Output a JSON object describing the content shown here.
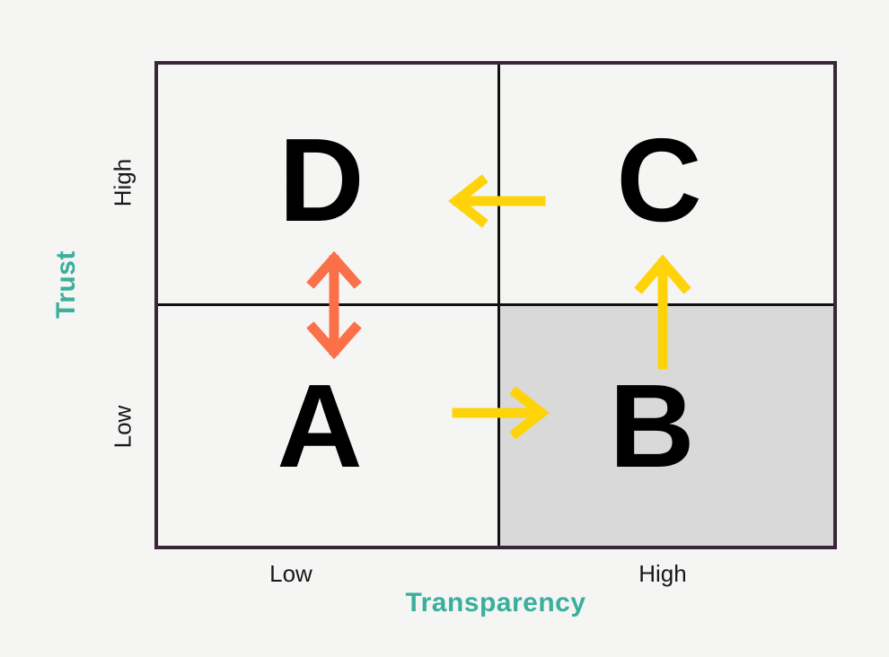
{
  "diagram": {
    "type": "2x2-matrix",
    "background_color": "#f5f5f4",
    "frame_color": "#3b2639",
    "divider_color": "#111111",
    "accent_color": "#3aaf9b",
    "highlight_fill": "#d9d9d9",
    "axes": {
      "y": {
        "title": "Trust",
        "ticks": [
          "High",
          "Low"
        ]
      },
      "x": {
        "title": "Transparency",
        "ticks": [
          "Low",
          "High"
        ]
      }
    },
    "quadrants": [
      {
        "id": "D",
        "label": "D",
        "position": "top-left",
        "trust": "High",
        "transparency": "Low",
        "shaded": false
      },
      {
        "id": "C",
        "label": "C",
        "position": "top-right",
        "trust": "High",
        "transparency": "High",
        "shaded": false
      },
      {
        "id": "A",
        "label": "A",
        "position": "bottom-left",
        "trust": "Low",
        "transparency": "Low",
        "shaded": false
      },
      {
        "id": "B",
        "label": "B",
        "position": "bottom-right",
        "trust": "Low",
        "transparency": "High",
        "shaded": true
      }
    ],
    "arrows": [
      {
        "id": "c-to-d",
        "from": "C",
        "to": "D",
        "direction": "left",
        "color": "#ffd30a",
        "heads": 1
      },
      {
        "id": "a-to-b",
        "from": "A",
        "to": "B",
        "direction": "right",
        "color": "#ffd30a",
        "heads": 1
      },
      {
        "id": "b-to-c",
        "from": "B",
        "to": "C",
        "direction": "up",
        "color": "#ffd30a",
        "heads": 1
      },
      {
        "id": "a-d-bidirectional",
        "from": "A",
        "to": "D",
        "direction": "vertical",
        "color": "#f97049",
        "heads": 2
      }
    ]
  }
}
